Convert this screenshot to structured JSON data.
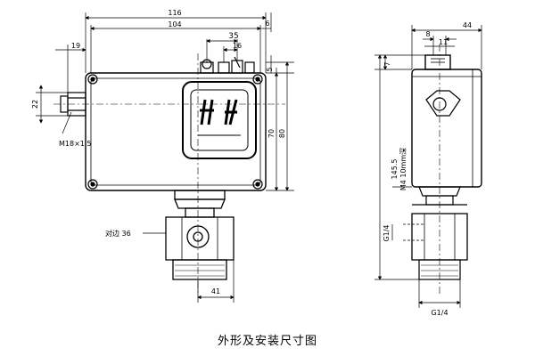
{
  "caption": "外形及安装尺寸图",
  "front_view": {
    "dims": {
      "overall_width": "116",
      "housing_width": "104",
      "right_offset": "6",
      "adjuster_pos": "35",
      "adjuster_width": "16",
      "conduit_offset": "19",
      "conduit_height": "22",
      "top_offset": "5",
      "housing_height_inner": "70",
      "housing_height_outer": "80",
      "wrench_size": "对边 36",
      "bottom_offset": "41",
      "thread": "M18×1.5"
    }
  },
  "side_view": {
    "dims": {
      "overall_width": "44",
      "slot_width": "8",
      "slot_inner": "11",
      "top_height": "7",
      "total_height": "145.5",
      "mount_holes": "M4 10mm深",
      "port_thread": "G1/4",
      "bottom_thread": "G1/4"
    }
  }
}
